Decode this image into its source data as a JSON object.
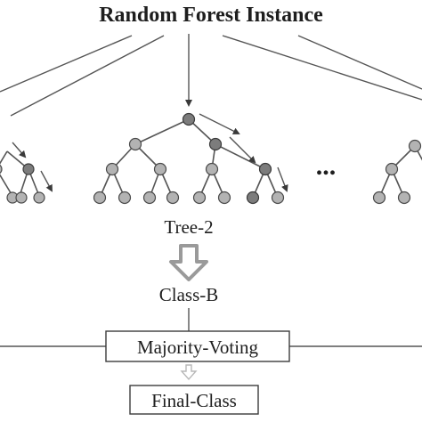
{
  "diagram": {
    "title": "Random Forest Instance",
    "ellipsis": "...",
    "tree_label": "Tree-2",
    "class_label": "Class-B",
    "voting_label": "Majority-Voting",
    "final_label": "Final-Class"
  },
  "colors": {
    "node_fill": "#b3b3b3",
    "node_active_fill": "#7c7c7c",
    "line": "#555555",
    "block_arrow_fill": "#ffffff",
    "block_arrow_stroke": "#9a9a9a"
  },
  "icons": [
    "down-arrow-icon",
    "block-down-arrow-icon",
    "path-arrow-icon"
  ]
}
